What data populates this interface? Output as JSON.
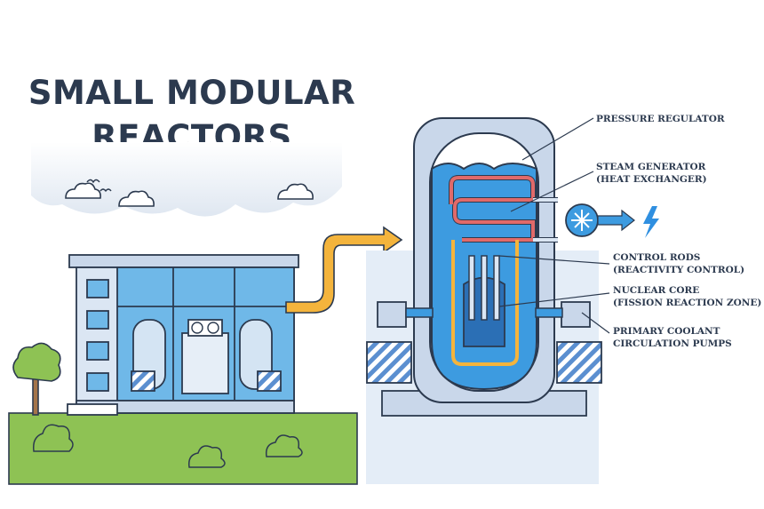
{
  "title": {
    "line1": "SMALL MODULAR",
    "line2": "REACTORS"
  },
  "labels": {
    "pressure_regulator": {
      "line1": "PRESSURE REGULATOR"
    },
    "steam_generator": {
      "line1": "STEAM GENERATOR",
      "line2": "(HEAT EXCHANGER)"
    },
    "control_rods": {
      "line1": "CONTROL RODS",
      "line2": "(REACTIVITY CONTROL)"
    },
    "nuclear_core": {
      "line1": "NUCLEAR CORE",
      "line2": "(FISSION REACTION ZONE)"
    },
    "coolant_pumps": {
      "line1": "PRIMARY COOLANT",
      "line2": "CIRCULATION PUMPS"
    }
  },
  "colors": {
    "outline": "#2c3a4f",
    "water": "#3d9be0",
    "water_light": "#a9d6f5",
    "glass": "#6fb8e8",
    "building": "#c9d7ea",
    "grass": "#8ec254",
    "pipe_orange": "#f4b43c",
    "pipe_red": "#e06a6a",
    "bolt": "#2f8fe0",
    "steel": "#b8c8de"
  },
  "icons": {
    "bird": "bird-icon",
    "cloud": "cloud-icon",
    "tree": "tree-icon",
    "bush": "bush-icon",
    "fan": "fan-icon",
    "lightning": "lightning-bolt-icon"
  }
}
